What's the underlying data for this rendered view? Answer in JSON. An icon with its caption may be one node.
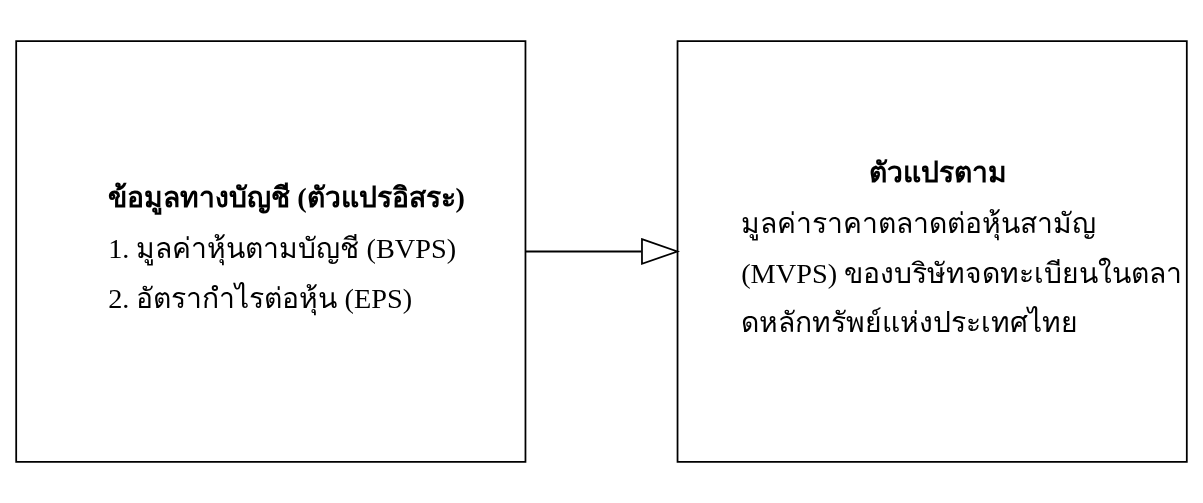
{
  "diagram": {
    "nodes": [
      {
        "text": [
          "ข้อมูลทางบัญชี (ตัวแปรอิสระ)",
          "1. มูลค่าหุ้นตามบัญชี (BVPS)",
          "2. อัตรากำไรต่อหุ้น (EPS)"
        ]
      },
      {
        "text": [
          "ตัวแปรตาม",
          "มูลค่าราคาตลาดต่อหุ้นสามัญ (MVPS) ของบริษัทจดทะเบียนในตลาดหลักทรัพย์แห่งประเทศไทย"
        ]
      }
    ],
    "edges": [
      {
        "from": 0,
        "to": 1,
        "arrow": "to"
      }
    ]
  }
}
